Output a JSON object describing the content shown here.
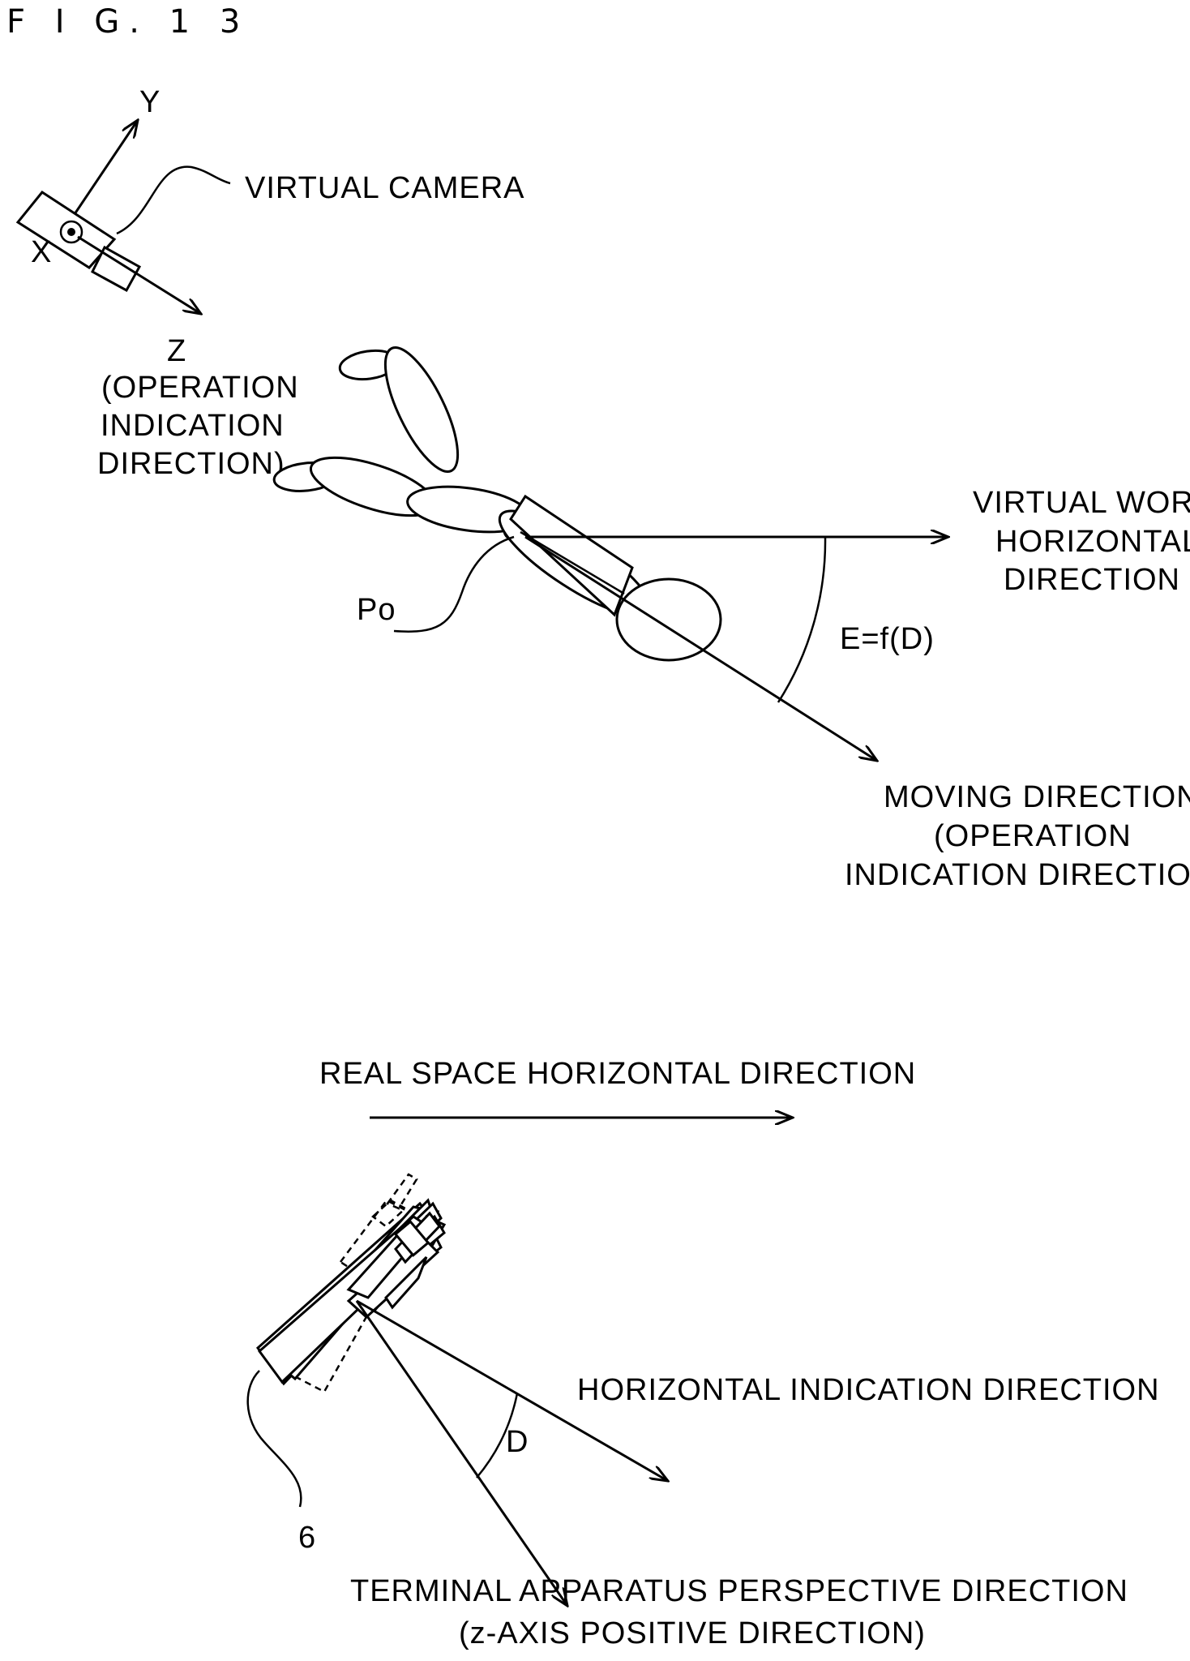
{
  "figure": {
    "title": "F I G. 1 3"
  },
  "top": {
    "axis_y": "Y",
    "axis_x": "X",
    "axis_z": "Z",
    "z_desc": [
      "(OPERATION",
      "INDICATION",
      "DIRECTION)"
    ],
    "camera_label": "VIRTUAL CAMERA",
    "point_label": "Po",
    "horizontal_label": [
      "VIRTUAL WORLD",
      "HORIZONTAL",
      "DIRECTION"
    ],
    "angle_label": "E=f(D)",
    "moving_label": [
      "MOVING DIRECTION",
      "(OPERATION",
      "INDICATION DIRECTION)"
    ]
  },
  "bottom": {
    "real_space_label": "REAL SPACE HORIZONTAL DIRECTION",
    "horizontal_indication_label": "HORIZONTAL INDICATION DIRECTION",
    "angle_label": "D",
    "device_ref": "6",
    "perspective_label": [
      "TERMINAL APPARATUS PERSPECTIVE DIRECTION",
      "(z-AXIS POSITIVE DIRECTION)"
    ]
  }
}
